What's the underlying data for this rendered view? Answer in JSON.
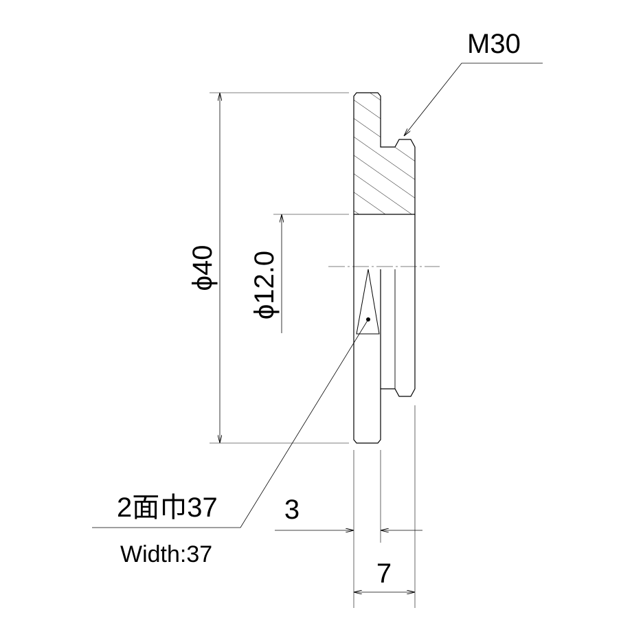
{
  "thread_label": "M30",
  "outer_diameter_label": "ϕ40",
  "bore_diameter_label": "ϕ12.0",
  "width_across_flats_jp": "2面巾37",
  "width_across_flats_en": "Width:37",
  "flange_thickness_label": "3",
  "total_length_label": "7",
  "colors": {
    "line": "#000000",
    "background": "#ffffff"
  }
}
